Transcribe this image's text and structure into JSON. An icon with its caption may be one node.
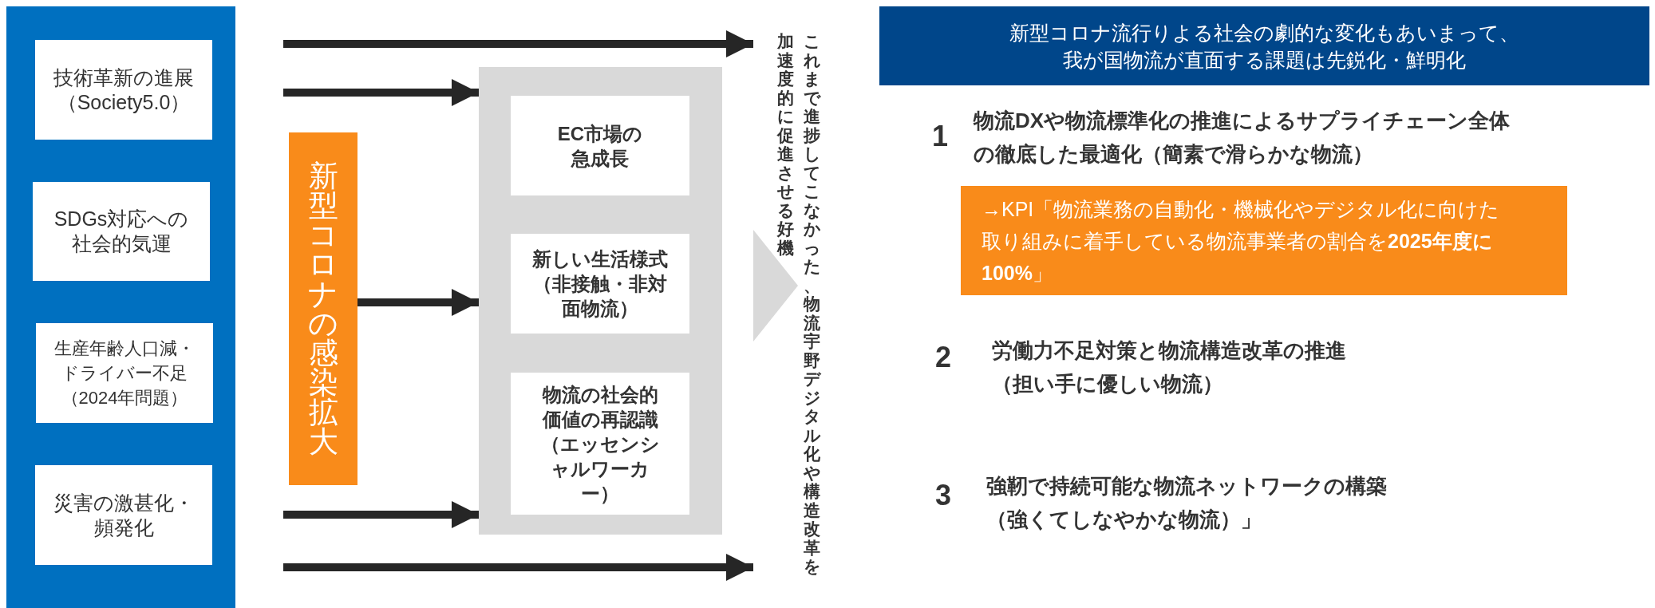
{
  "diagram": {
    "nodes": [
      {
        "text": [],
        "shape": "box"
      },
      {
        "text": [
          "技術革新の進展（Society5.0）"
        ],
        "in": 0
      },
      {
        "text": [
          "SDGs対応への社会的気運"
        ],
        "in": 0
      },
      {
        "text": [
          "生産年齢人口減・ドライバー不足（2024年問題）"
        ],
        "in": 0
      },
      {
        "text": [
          "災害の激甚化・頻発化"
        ],
        "in": 0
      },
      {
        "text": [
          "新型コロナの感染拡大"
        ]
      },
      {
        "text": [],
        "shape": "box"
      },
      {
        "text": [
          "EC市場の急成長"
        ],
        "in": 6
      },
      {
        "text": [
          "新しい生活様式（非接触・非対面物流）"
        ],
        "in": 6
      },
      {
        "text": [
          "物流の社会的価値の再認識（エッセンシャルワーカー）"
        ],
        "in": 6
      },
      {
        "text": [
          "これまで進捗してこなかった、物流宇野デジタル化や構造改革を加速度的に促進させる好機"
        ]
      },
      {
        "text": [
          "新型コロナ流行りよる社会の劇的な変化もあいまって、我が国物流が直面する課題は先鋭化・鮮明化"
        ]
      },
      {
        "text": [
          "→KPI「物流業務の自動化・機械化やデジタル化に向けた取り組みに着手している物流事業者の割合を**2025年度に100%**」"
        ]
      }
    ],
    "edges": [
      {
        "from": null,
        "to": 10,
        "arrow": "to"
      },
      {
        "from": null,
        "to": 6,
        "arrow": "to"
      },
      {
        "from": 5,
        "to": 6,
        "arrow": "to"
      },
      {
        "from": null,
        "to": 6,
        "arrow": "to"
      },
      {
        "from": null,
        "to": 10,
        "arrow": "to"
      },
      {
        "from": 6,
        "to": 10,
        "arrow": "to",
        "color": "#d9d9d9"
      }
    ],
    "labels": [
      "1",
      "物流DXや物流標準化の推進によるサプライチェーン全体の徹底した最適化（簡素で滑らかな物流）",
      "2",
      "労働力不足対策と物流構造改革の推進（担い手に優しい物流）",
      "3",
      "強靭で持続可能な物流ネットワークの構築（強くてしなやかな物流）」"
    ]
  }
}
